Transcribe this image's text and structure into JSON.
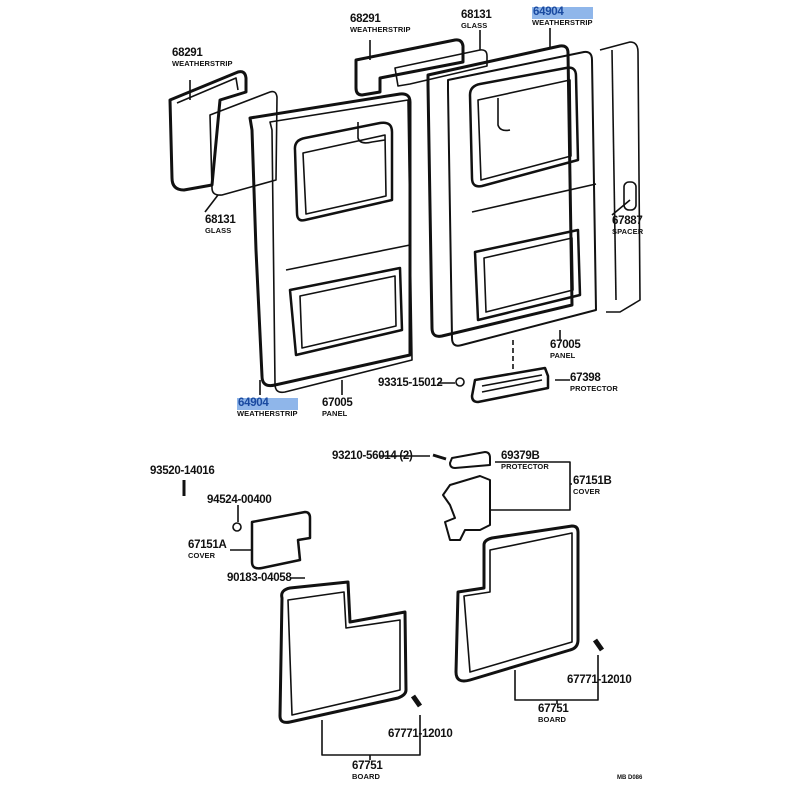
{
  "colors": {
    "line": "#111111",
    "highlight": "#8fb6ea",
    "highlight_text": "#1a4aa0"
  },
  "labels": {
    "ws_68291_left": {
      "num": "68291",
      "name": "WEATHERSTRIP"
    },
    "ws_68291_right": {
      "num": "68291",
      "name": "WEATHERSTRIP"
    },
    "glass_68131_top": {
      "num": "68131",
      "name": "GLASS"
    },
    "ws_64904_top": {
      "num": "64904",
      "name": "WEATHERSTRIP"
    },
    "glass_68131_left": {
      "num": "68131",
      "name": "GLASS"
    },
    "spacer_67887": {
      "num": "67887",
      "name": "SPACER"
    },
    "panel_67005_right": {
      "num": "67005",
      "name": "PANEL"
    },
    "bolt_93315": {
      "num": "93315-15012"
    },
    "protector_67398": {
      "num": "67398",
      "name": "PROTECTOR"
    },
    "ws_64904_bottom": {
      "num": "64904",
      "name": "WEATHERSTRIP"
    },
    "panel_67005_left": {
      "num": "67005",
      "name": "PANEL"
    },
    "screw_93210": {
      "num": "93210-56014 (2)"
    },
    "protector_69379B": {
      "num": "69379B",
      "name": "PROTECTOR"
    },
    "cover_67151B": {
      "num": "67151B",
      "name": "COVER"
    },
    "screw_93520": {
      "num": "93520-14016"
    },
    "nut_94524": {
      "num": "94524-00400"
    },
    "cover_67151A": {
      "num": "67151A",
      "name": "COVER"
    },
    "clip_90183": {
      "num": "90183-04058"
    },
    "clip_67771_right": {
      "num": "67771-12010"
    },
    "board_67751_right": {
      "num": "67751",
      "name": "BOARD"
    },
    "clip_67771_left": {
      "num": "67771-12010"
    },
    "board_67751_left": {
      "num": "67751",
      "name": "BOARD"
    }
  },
  "diagram_code": "MB D086"
}
